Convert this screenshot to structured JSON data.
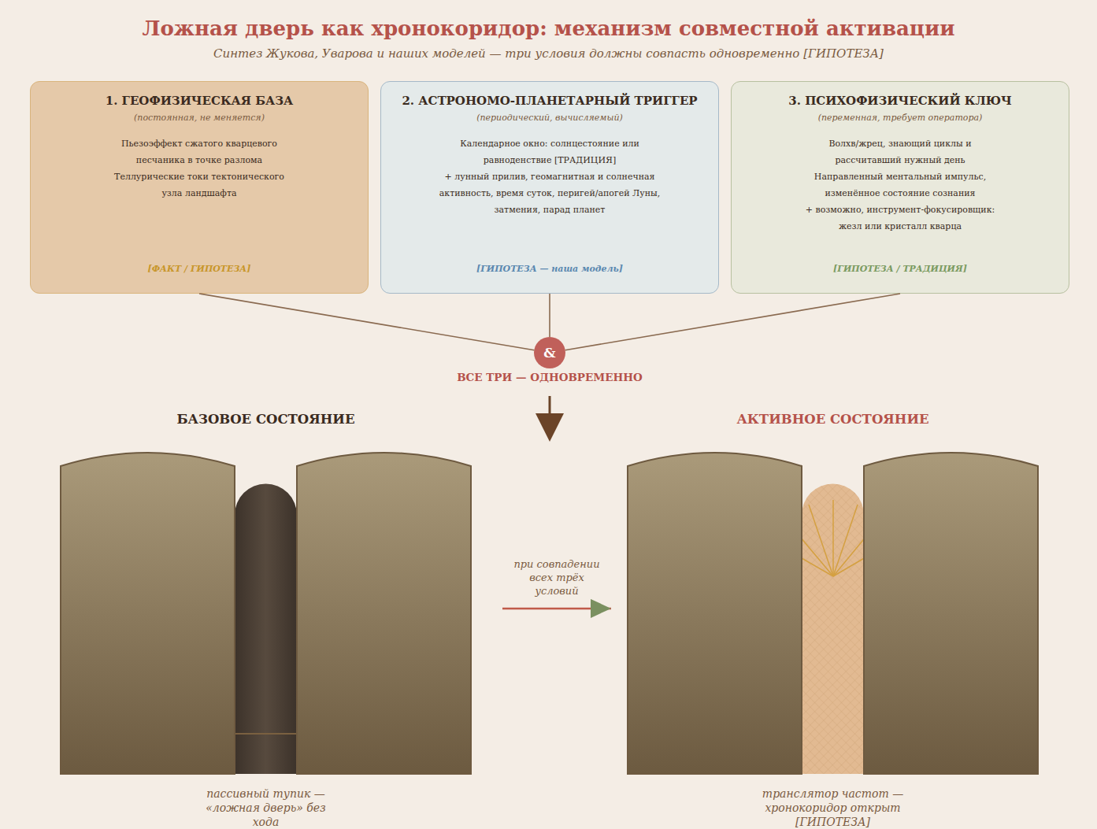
{
  "diagram": {
    "title": "Ложная дверь как хронокоридор: механизм совместной активации",
    "nodes": [
      {
        "text": [
          "1. ГЕОФИЗИЧЕСКАЯ БАЗА",
          "(постоянная, не меняется)",
          "Пьезоэффект сжатого кварцевого песчаника в точке разлома",
          "Теллурические токи тектонического узла ландшафта",
          "[ФАКТ / ГИПОТЕЗА]"
        ]
      },
      {
        "text": [
          "2. АСТРОНОМО-ПЛАНЕТАРНЫЙ ТРИГГЕР",
          "(периодический, вычисляемый)",
          "Календарное окно: солнцестояние или равноденствие [ТРАДИЦИЯ]",
          "+ лунный прилив, геомагнитная и солнечная активность, время суток, перигей/апогей Луны, затмения, парад планет",
          "[ГИПОТЕЗА — наша модель]"
        ]
      },
      {
        "text": [
          "3. ПСИХОФИЗИЧЕСКИЙ КЛЮЧ",
          "(переменная, требует оператора)",
          "Волхв/жрец, знающий циклы и рассчитавший нужный день",
          "Направленный ментальный импульс, изменённое состояние сознания",
          "+ возможно, инструмент-фокусировщик: жезл или кристалл кварца",
          "[ГИПОТЕЗА / ТРАДИЦИЯ]"
        ]
      },
      {
        "text": [
          "&"
        ]
      },
      {
        "text": [
          "БАЗОВОЕ СОСТОЯНИЕ",
          "пассивный тупик — «ложная дверь» без хода"
        ]
      },
      {
        "text": [
          "АКТИВНОЕ СОСТОЯНИЕ",
          "транслятор частот — хронокоридор открыт [ГИПОТЕЗА]"
        ]
      }
    ],
    "edges": [
      {
        "from": 0,
        "to": 3,
        "arrow": "none"
      },
      {
        "from": 1,
        "to": 3,
        "arrow": "none"
      },
      {
        "from": 2,
        "to": 3,
        "arrow": "none"
      },
      {
        "from": 4,
        "to": 5,
        "label": "при совпадении всех трёх условий",
        "arrow": "to"
      }
    ],
    "labels": [
      "Синтез Жукова, Уварова и наших моделей — три условия должны совпасть одновременно [ГИПОТЕЗА]",
      "ВСЕ ТРИ — ОДНОВРЕМЕННО"
    ]
  }
}
